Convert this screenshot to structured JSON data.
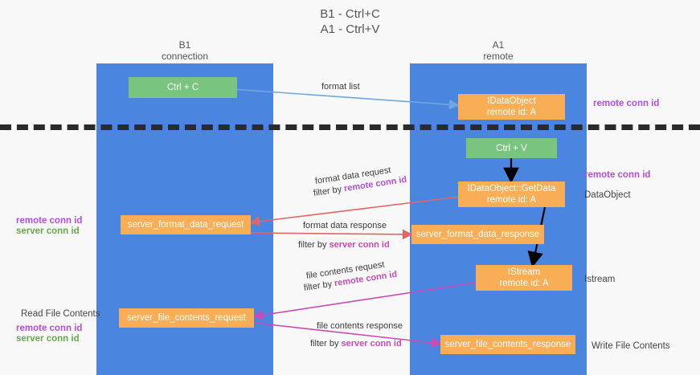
{
  "title": {
    "line1": "B1 - Ctrl+C",
    "line2": "A1 - Ctrl+V"
  },
  "columns": [
    {
      "name": "B1",
      "role": "connection"
    },
    {
      "name": "A1",
      "role": "remote"
    }
  ],
  "colors": {
    "lane": "#4a86e0",
    "green_node": "#79c47e",
    "orange_node": "#f9ad54",
    "divider": "#2b2b2b",
    "remote_conn_id": "#b14fd8",
    "server_conn_id": "#6aa84f",
    "arrow_blue": "#6fa8dc",
    "arrow_red": "#e06666",
    "arrow_pink": "#c94bb5",
    "arrow_black": "#000000"
  },
  "nodes": {
    "ctrl_c": {
      "line1": "Ctrl + C",
      "line2": ""
    },
    "idataobject": {
      "line1": "IDataObject",
      "line2": "remote id: A"
    },
    "ctrl_v": {
      "line1": "Ctrl + V",
      "line2": ""
    },
    "getdata": {
      "line1": "IDataObject::GetData",
      "line2": "remote id: A"
    },
    "server_format_data_request": {
      "line1": "server_format_data_request",
      "line2": ""
    },
    "server_format_data_response": {
      "line1": "server_format_data_response",
      "line2": ""
    },
    "istream": {
      "line1": "IStream",
      "line2": "remote id: A"
    },
    "server_file_contents_request": {
      "line1": "server_file_contents_request",
      "line2": ""
    },
    "server_file_contents_response": {
      "line1": "server_file_contents_response",
      "line2": ""
    }
  },
  "edge_labels": {
    "format_list": "format list",
    "format_data_request": "format data request",
    "format_data_request_filter_prefix": "filter by ",
    "format_data_request_filter_value": "remote conn id",
    "format_data_response": "format data response",
    "format_data_response_filter_prefix": "filter by ",
    "format_data_response_filter_value": "server conn id",
    "file_contents_request": "file contents request",
    "file_contents_request_filter_prefix": "filter by ",
    "file_contents_request_filter_value": "remote conn id",
    "file_contents_response": "file contents response",
    "file_contents_response_filter_prefix": "filter by ",
    "file_contents_response_filter_value": "server conn id"
  },
  "annotations": {
    "right_top_remote_conn_id": "remote conn id",
    "right_mid_remote_conn_id": "remote conn id",
    "right_dataobject": "DataObject",
    "right_istream": "Istream",
    "right_write_file_contents": "Write File Contents",
    "left_remote_conn_id": "remote conn id",
    "left_server_conn_id": "server conn id",
    "left_read_file_contents": "Read File Contents",
    "left_bottom_remote_conn_id": "remote conn id",
    "left_bottom_server_conn_id": "server conn id"
  }
}
